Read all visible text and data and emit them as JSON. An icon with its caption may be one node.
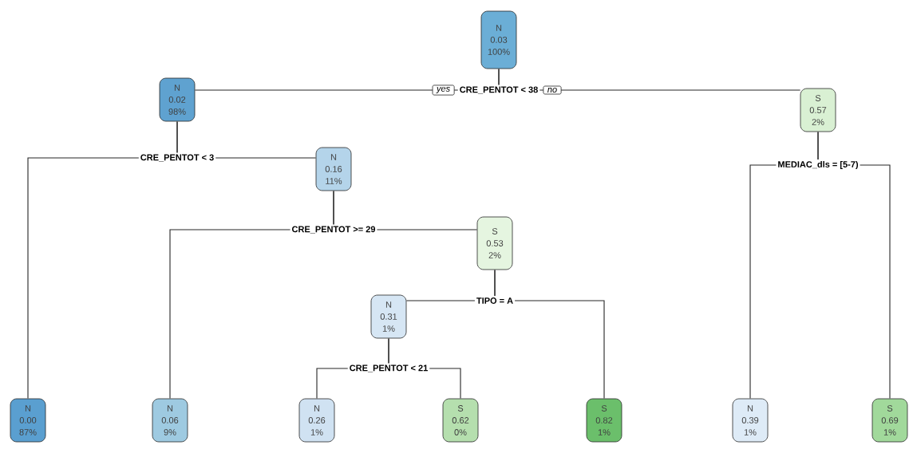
{
  "diagram": {
    "nodes": [
      {
        "text": [
          "N",
          "0.03",
          "100%"
        ]
      },
      {
        "text": [
          "N",
          "0.02",
          "98%"
        ]
      },
      {
        "text": [
          "S",
          "0.57",
          "2%"
        ]
      },
      {
        "text": [
          "N",
          "0.16",
          "11%"
        ]
      },
      {
        "text": [
          "S",
          "0.53",
          "2%"
        ]
      },
      {
        "text": [
          "N",
          "0.31",
          "1%"
        ]
      },
      {
        "text": [
          "N",
          "0.00",
          "87%"
        ]
      },
      {
        "text": [
          "N",
          "0.06",
          "9%"
        ]
      },
      {
        "text": [
          "N",
          "0.26",
          "1%"
        ]
      },
      {
        "text": [
          "S",
          "0.62",
          "0%"
        ]
      },
      {
        "text": [
          "S",
          "0.82",
          "1%"
        ]
      },
      {
        "text": [
          "N",
          "0.39",
          "1%"
        ]
      },
      {
        "text": [
          "S",
          "0.69",
          "1%"
        ]
      }
    ],
    "edges": [
      {
        "from": 0,
        "to": 1,
        "arrow": "none",
        "label": "yes"
      },
      {
        "from": 0,
        "to": 2,
        "arrow": "none",
        "label": "no"
      },
      {
        "from": 1,
        "to": 6,
        "arrow": "none"
      },
      {
        "from": 1,
        "to": 3,
        "arrow": "none"
      },
      {
        "from": 2,
        "to": 11,
        "arrow": "none"
      },
      {
        "from": 2,
        "to": 12,
        "arrow": "none"
      },
      {
        "from": 3,
        "to": 7,
        "arrow": "none"
      },
      {
        "from": 3,
        "to": 4,
        "arrow": "none"
      },
      {
        "from": 4,
        "to": 5,
        "arrow": "none"
      },
      {
        "from": 4,
        "to": 10,
        "arrow": "none"
      },
      {
        "from": 5,
        "to": 8,
        "arrow": "none"
      },
      {
        "from": 5,
        "to": 9,
        "arrow": "none"
      }
    ],
    "labels": [
      "CRE_PENTOT < 38",
      "CRE_PENTOT < 3",
      "MEDIAC_dls = [5-7)",
      "CRE_PENTOT >= 29",
      "TIPO = A",
      "CRE_PENTOT < 21"
    ]
  }
}
